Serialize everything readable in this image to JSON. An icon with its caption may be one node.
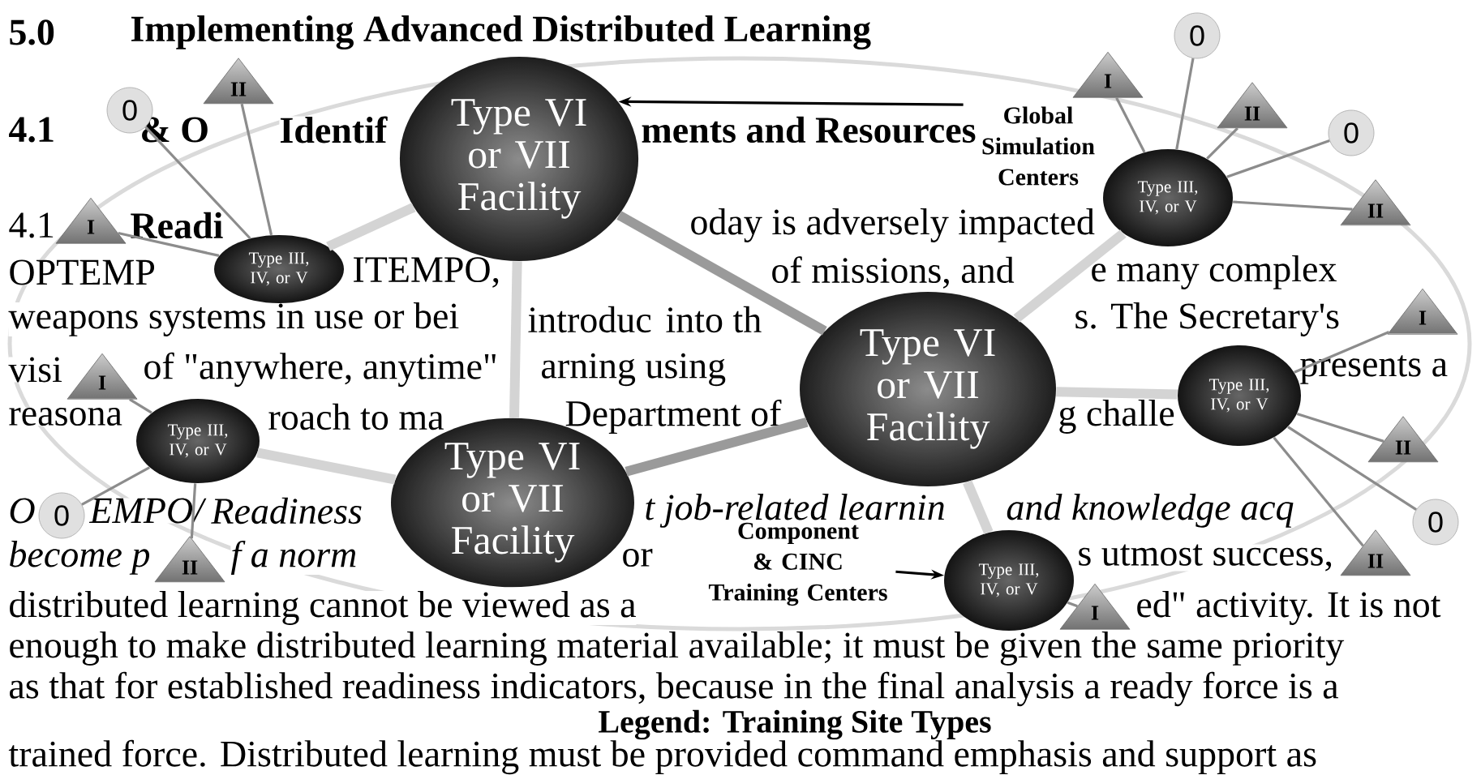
{
  "diagram": {
    "nodes": [
      {
        "text": [
          "0"
        ]
      },
      {
        "text": [
          "I"
        ]
      },
      {
        "text": [
          "II"
        ]
      },
      {
        "text": [
          "0"
        ]
      },
      {
        "text": [
          "II"
        ]
      },
      {
        "text": [
          "0"
        ]
      },
      {
        "text": [
          "Global Simulation Centers"
        ]
      },
      {
        "text": [
          "Type VI or VII Facility"
        ]
      },
      {
        "text": [
          "Type III, IV, or V"
        ]
      },
      {
        "text": [
          "II"
        ]
      },
      {
        "text": [
          "I"
        ]
      },
      {
        "text": [
          "Type III, IV, or V"
        ]
      },
      {
        "text": [
          "I"
        ]
      },
      {
        "text": [
          "I"
        ]
      },
      {
        "text": [
          "Type VI or VII Facility"
        ]
      },
      {
        "text": [
          "Type III, IV, or V"
        ]
      },
      {
        "text": [
          "Type III, IV, or V"
        ]
      },
      {
        "text": [
          "II"
        ]
      },
      {
        "text": [
          "0"
        ]
      },
      {
        "text": [
          "0"
        ]
      },
      {
        "text": [
          "Type VI or VII Facility"
        ]
      },
      {
        "text": [
          "II"
        ]
      },
      {
        "text": [
          "Component & CINC Training Centers"
        ]
      },
      {
        "text": [
          "Type III, IV, or V"
        ]
      },
      {
        "text": [
          "II"
        ]
      },
      {
        "text": [
          "I"
        ]
      }
    ],
    "edges": [
      {
        "from": 8,
        "to": 1,
        "arrow": "none"
      },
      {
        "from": 8,
        "to": 0,
        "arrow": "none"
      },
      {
        "from": 8,
        "to": 4,
        "arrow": "none"
      },
      {
        "from": 8,
        "to": 5,
        "arrow": "none"
      },
      {
        "from": 8,
        "to": 9,
        "arrow": "none"
      },
      {
        "from": 11,
        "to": 3,
        "arrow": "none"
      },
      {
        "from": 11,
        "to": 2,
        "arrow": "none"
      },
      {
        "from": 11,
        "to": 10,
        "arrow": "none"
      },
      {
        "from": 15,
        "to": 12,
        "arrow": "none"
      },
      {
        "from": 15,
        "to": 17,
        "arrow": "none"
      },
      {
        "from": 15,
        "to": 18,
        "arrow": "none"
      },
      {
        "from": 15,
        "to": 21,
        "arrow": "none"
      },
      {
        "from": 16,
        "to": 13,
        "arrow": "none"
      },
      {
        "from": 16,
        "to": 19,
        "arrow": "none"
      },
      {
        "from": 16,
        "to": 24,
        "arrow": "none"
      },
      {
        "from": 23,
        "to": 25,
        "arrow": "none"
      },
      {
        "from": 7,
        "to": 11,
        "arrow": "none",
        "style": "thick",
        "color": "#d4d4d4"
      },
      {
        "from": 14,
        "to": 8,
        "arrow": "none",
        "style": "thick",
        "color": "#d4d4d4"
      },
      {
        "from": 14,
        "to": 15,
        "arrow": "none",
        "style": "thick",
        "color": "#d4d4d4"
      },
      {
        "from": 20,
        "to": 16,
        "arrow": "none",
        "style": "thick",
        "color": "#d4d4d4"
      },
      {
        "from": 14,
        "to": 23,
        "arrow": "none",
        "style": "thick",
        "color": "#d4d4d4"
      },
      {
        "from": 7,
        "to": 20,
        "arrow": "none",
        "style": "thick",
        "color": "#d4d4d4"
      },
      {
        "from": 7,
        "to": 14,
        "arrow": "none",
        "style": "thick",
        "color": "#9a9a9a"
      },
      {
        "from": 20,
        "to": 14,
        "arrow": "none",
        "style": "thick",
        "color": "#9a9a9a"
      },
      {
        "from": 6,
        "to": 7,
        "arrow": "to",
        "color": "#000000"
      },
      {
        "from": 22,
        "to": 23,
        "arrow": "to",
        "color": "#000000"
      }
    ],
    "labels": [
      "5.0",
      "Implementing Advanced Distributed Learning",
      "4.1",
      "& O",
      "Identif",
      "ments and Resources",
      "4.1",
      "Readi",
      "oday is adversely impacted",
      "OPTEMP",
      "ITEMPO,",
      "of missions, and",
      "e many complex",
      "weapons systems in use or bei",
      "introduc",
      "into th",
      "s. The Secretary's",
      "visi",
      "of \"anywhere, anytime\"",
      "arning using",
      "presents a",
      "reasona",
      "roach to ma",
      "Department of",
      "g challe",
      "O",
      "EMPO/",
      "Readiness",
      "t job-related learnin",
      "and knowledge acq",
      "become p",
      "f a norm",
      "or",
      "s utmost success,",
      "distributed learning cannot be viewed as a",
      "ed\" activity. It is not",
      "enough to make distributed learning material available; it must be given the same priority",
      "as that for established readiness indicators, because in the final analysis a ready force is a",
      "Legend: Training Site Types",
      "trained force. Distributed learning must be provided command emphasis and support as"
    ]
  }
}
